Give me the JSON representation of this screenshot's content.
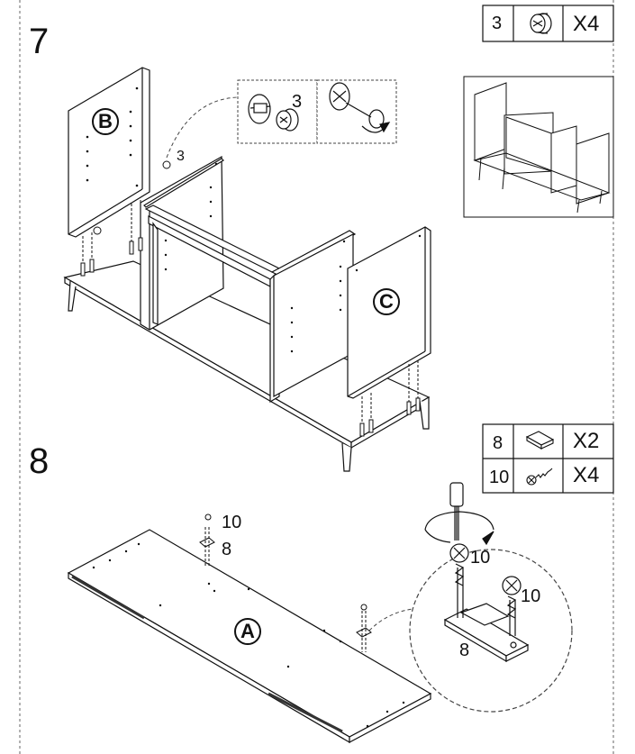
{
  "steps": {
    "step7": {
      "number": "7",
      "parts_table": {
        "part_no": "3",
        "icon": "cam-lock-icon",
        "quantity": "X4"
      },
      "labels": {
        "panel_b": "B",
        "panel_c": "C",
        "cam_callout": "3",
        "cam_small": "3"
      }
    },
    "step8": {
      "number": "8",
      "parts_table": [
        {
          "part_no": "8",
          "icon": "hinge-plate-icon",
          "quantity": "X2"
        },
        {
          "part_no": "10",
          "icon": "screw-icon",
          "quantity": "X4"
        }
      ],
      "labels": {
        "panel_a": "A",
        "screw_top": "10",
        "plate_top": "8",
        "detail_screw_1": "10",
        "detail_screw_2": "10",
        "detail_plate": "8"
      }
    }
  },
  "colors": {
    "line": "#111111",
    "dashed_border": "#555555",
    "panel_fill": "#ffffff"
  }
}
